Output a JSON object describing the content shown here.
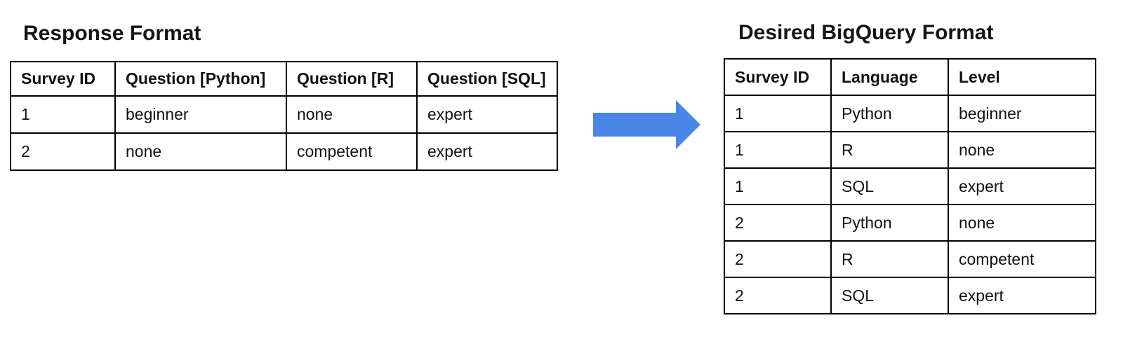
{
  "colors": {
    "arrow_fill": "#4a86e8",
    "table_border": "#000000",
    "text": "#111111",
    "background": "#ffffff"
  },
  "left_table": {
    "title": "Response Format",
    "columns": [
      "Survey ID",
      "Question [Python]",
      "Question [R]",
      "Question [SQL]"
    ],
    "rows": [
      [
        "1",
        "beginner",
        "none",
        "expert"
      ],
      [
        "2",
        "none",
        "competent",
        "expert"
      ]
    ]
  },
  "arrow": {
    "direction": "right",
    "color": "#4a86e8"
  },
  "right_table": {
    "title": "Desired BigQuery Format",
    "columns": [
      "Survey ID",
      "Language",
      "Level"
    ],
    "rows": [
      [
        "1",
        "Python",
        "beginner"
      ],
      [
        "1",
        "R",
        "none"
      ],
      [
        "1",
        "SQL",
        "expert"
      ],
      [
        "2",
        "Python",
        "none"
      ],
      [
        "2",
        "R",
        "competent"
      ],
      [
        "2",
        "SQL",
        "expert"
      ]
    ]
  }
}
